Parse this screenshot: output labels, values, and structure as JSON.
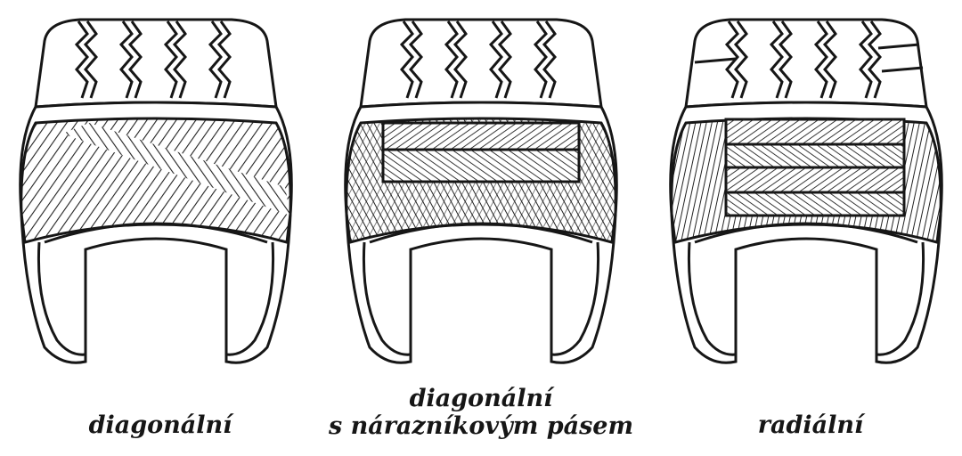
{
  "figure": {
    "tires": [
      {
        "id": "diagonal",
        "caption_lines": [
          "diagonální"
        ]
      },
      {
        "id": "diagonal-belted",
        "caption_lines": [
          "diagonální",
          "s nárazníkovým pásem"
        ]
      },
      {
        "id": "radial",
        "caption_lines": [
          "radiální"
        ]
      }
    ]
  },
  "colors": {
    "ink": "#161616",
    "paper": "#ffffff"
  }
}
